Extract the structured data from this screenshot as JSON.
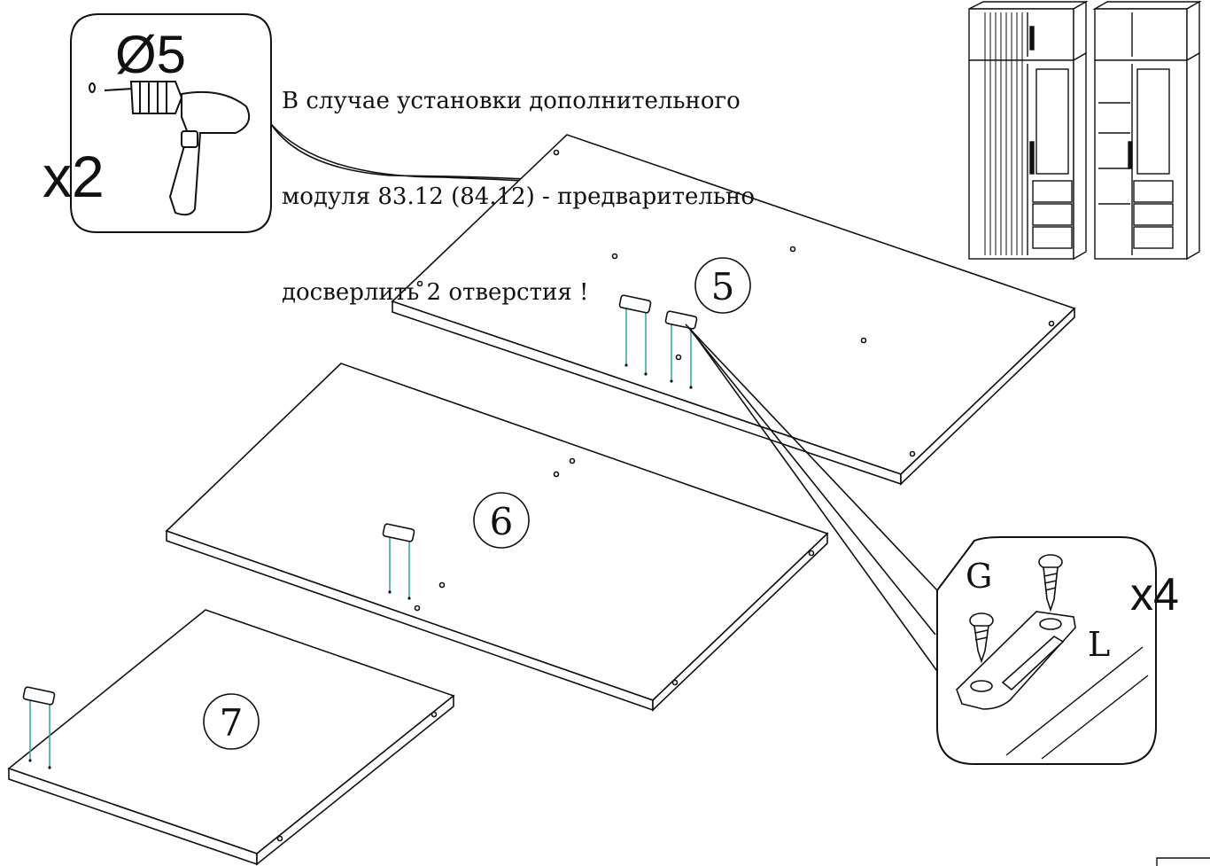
{
  "note": {
    "line1": "В случае установки дополнительного",
    "line2": "модуля 83.12 (84.12) - предварительно",
    "line3": "досверлить 2 отверстия !"
  },
  "drill": {
    "diameter": "Ø5",
    "qty": "x2"
  },
  "panels": {
    "p5": "5",
    "p6": "6",
    "p7": "7"
  },
  "detail": {
    "qty": "x4",
    "label_g": "G",
    "label_l": "L"
  },
  "colors": {
    "line": "#111111",
    "guide": "#2aa6a0"
  }
}
